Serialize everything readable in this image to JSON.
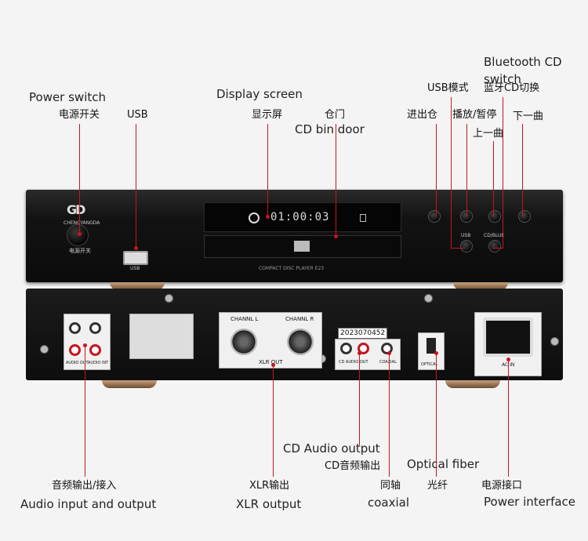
{
  "labels": {
    "power_switch_en": "Power switch",
    "power_switch_zh": "电源开关",
    "usb": "USB",
    "display_screen_en": "Display screen",
    "display_screen_zh": "显示屏",
    "bin_door_zh": "仓门",
    "bin_door_en": "CD bin door",
    "eject_zh": "进出仓",
    "usb_mode_zh": "USB模式",
    "play_pause_zh": "播放/暂停",
    "next_zh": "下一曲",
    "prev_zh": "上一曲",
    "bt_cd_en": "Bluetooth CD switch",
    "bt_cd_zh": "蓝牙CD切换",
    "cd_audio_out_en": "CD Audio output",
    "cd_audio_out_zh": "CD音频输出",
    "optical_en": "Optical fiber",
    "optical_zh": "光纤",
    "audio_io_zh": "音频输出/接入",
    "audio_io_en": "Audio input and output",
    "xlr_zh": "XLR输出",
    "xlr_en": "XLR output",
    "coaxial_zh": "同轴",
    "coaxial_en": "coaxial",
    "power_if_zh": "电源接口",
    "power_if_en": "Power interface"
  },
  "front_panel": {
    "brand": "CHENGYANGDA",
    "power_label": "电源开关",
    "display_text": "01:00:03",
    "model": "COMPACT DISC PLAYER E23",
    "usb_port_label": "USB",
    "btn_usb_label": "USB",
    "btn_cdblue_label": "CD/BLUE"
  },
  "rear_panel": {
    "channel_l": "CHANNL L",
    "channel_r": "CHANNL R",
    "xlr_out": "XLR OUT",
    "serial": "2023070452",
    "audio_out": "AUDIO OUT",
    "audio_in": "AUDIO INT",
    "cd_audio_out": "CD AUDIO OUT",
    "coaxial": "COAXIAL",
    "optical": "OPTICAL",
    "ac_in": "AC IN"
  },
  "colors": {
    "accent_line": "#c8141c"
  }
}
